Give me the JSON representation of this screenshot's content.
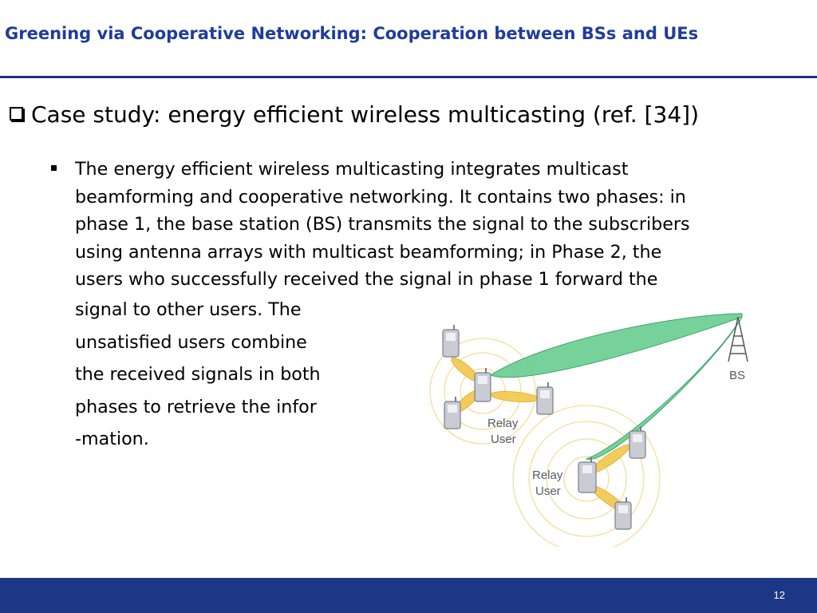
{
  "slide": {
    "title": "Greening via Cooperative Networking: Cooperation between BSs and UEs",
    "heading": "Case study: energy efficient wireless multicasting (ref. [34])",
    "paragraph_main": "The energy efficient wireless multicasting integrates multicast\nbeamforming and cooperative networking. It contains two phases: in\nphase 1, the base station (BS) transmits the signal to the subscribers\nusing antenna arrays with multicast beamforming; in Phase 2, the\nusers who successfully received the signal in phase 1 forward the",
    "paragraph_tail": "signal to other users. The\nunsatisfied users combine\nthe received signals in both\nphases to retrieve the infor\n-mation.",
    "page_number": "12"
  },
  "figure": {
    "bs_label": "BS",
    "relay_label_1_line1": "Relay",
    "relay_label_1_line2": "User",
    "relay_label_2_line1": "Relay",
    "relay_label_2_line2": "User"
  },
  "colors": {
    "title": "#1f3c99",
    "rule": "#1f2c8a",
    "footer": "#1e3686",
    "beam_green": "#5fc98a",
    "beam_yellow": "#f2c84a",
    "phone": "#b9bcc4"
  },
  "icons": [
    "checkbox-bullet-icon",
    "square-bullet-icon",
    "bs-tower-icon",
    "mobile-phone-icon"
  ]
}
